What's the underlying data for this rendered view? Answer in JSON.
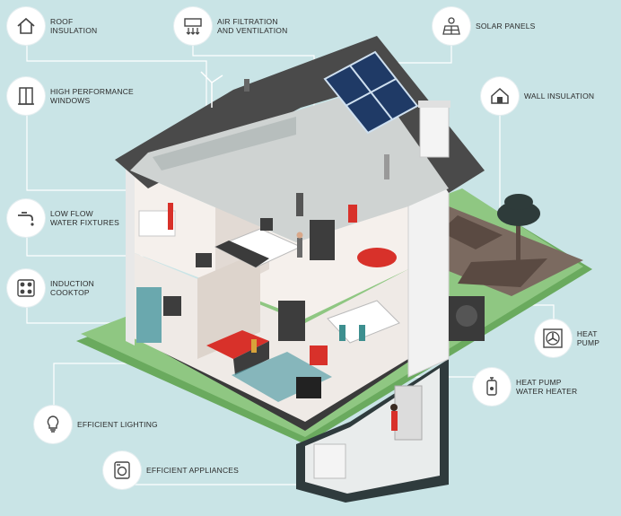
{
  "colors": {
    "background": "#c9e4e6",
    "roof": "#4a4a4a",
    "wall": "#ffffff",
    "floor": "#ece6e1",
    "accent_red": "#d8312a",
    "grass": "#6aaa5e",
    "line": "#ffffff"
  },
  "callouts": [
    {
      "id": "roof",
      "label": "ROOF\nINSULATION",
      "icon": "house-outline-icon"
    },
    {
      "id": "air",
      "label": "AIR FILTRATION\nAND VENTILATION",
      "icon": "air-vent-icon"
    },
    {
      "id": "solar",
      "label": "SOLAR PANELS",
      "icon": "solar-panel-icon"
    },
    {
      "id": "windows",
      "label": "HIGH PERFORMANCE\nWINDOWS",
      "icon": "window-icon"
    },
    {
      "id": "wall",
      "label": "WALL INSULATION",
      "icon": "house-wall-icon"
    },
    {
      "id": "water",
      "label": "LOW FLOW\nWATER FIXTURES",
      "icon": "faucet-icon"
    },
    {
      "id": "cooktop",
      "label": "INDUCTION\nCOOKTOP",
      "icon": "cooktop-icon"
    },
    {
      "id": "heatpump",
      "label": "HEAT PUMP",
      "icon": "fan-icon"
    },
    {
      "id": "heater",
      "label": "HEAT PUMP\nWATER HEATER",
      "icon": "water-heater-icon"
    },
    {
      "id": "lighting",
      "label": "EFFICIENT LIGHTING",
      "icon": "lightbulb-icon"
    },
    {
      "id": "appliances",
      "label": "EFFICIENT APPLIANCES",
      "icon": "washing-machine-icon"
    }
  ]
}
